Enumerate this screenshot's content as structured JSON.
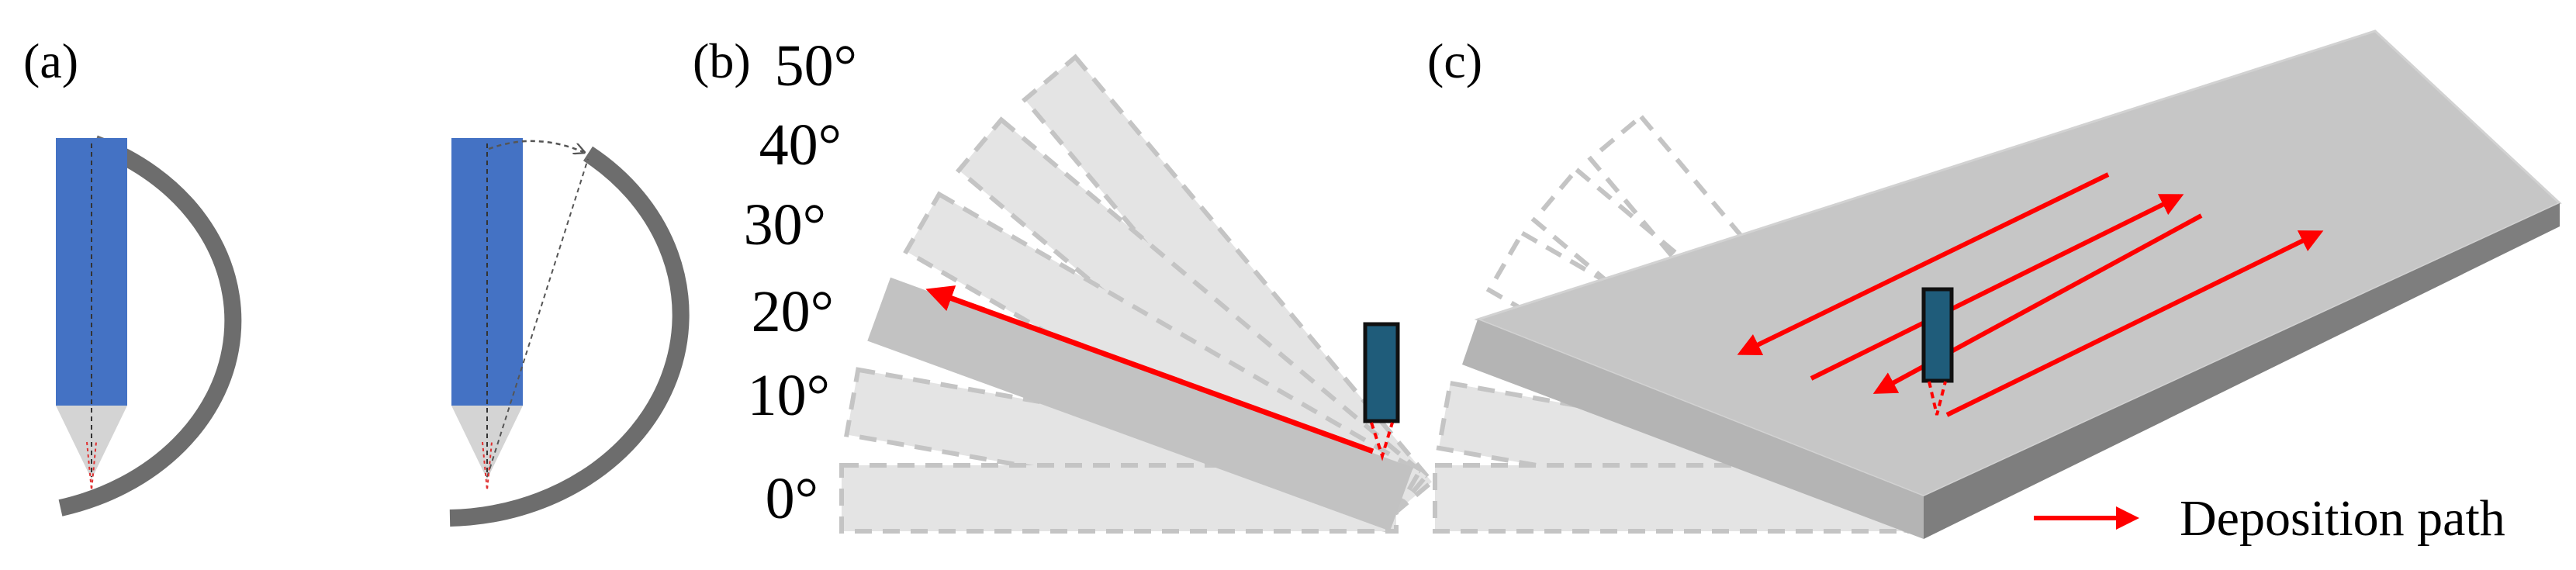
{
  "panels": {
    "a": "(a)",
    "b": "(b)",
    "c": "(c)"
  },
  "angles": [
    "50°",
    "40°",
    "30°",
    "20°",
    "10°",
    "0°"
  ],
  "legend": {
    "label": "Deposition path",
    "arrow_color": "#ff0000"
  },
  "colors": {
    "nozzle_blue": "#4472c4",
    "ring_gray": "#6d6d6d",
    "plate_light": "#e4e4e4",
    "plate_dash": "#c4c4c4",
    "plate_active": "#c2c2c2",
    "nozzle_dark": "#1f5c7a",
    "path_red": "#ff0000"
  }
}
